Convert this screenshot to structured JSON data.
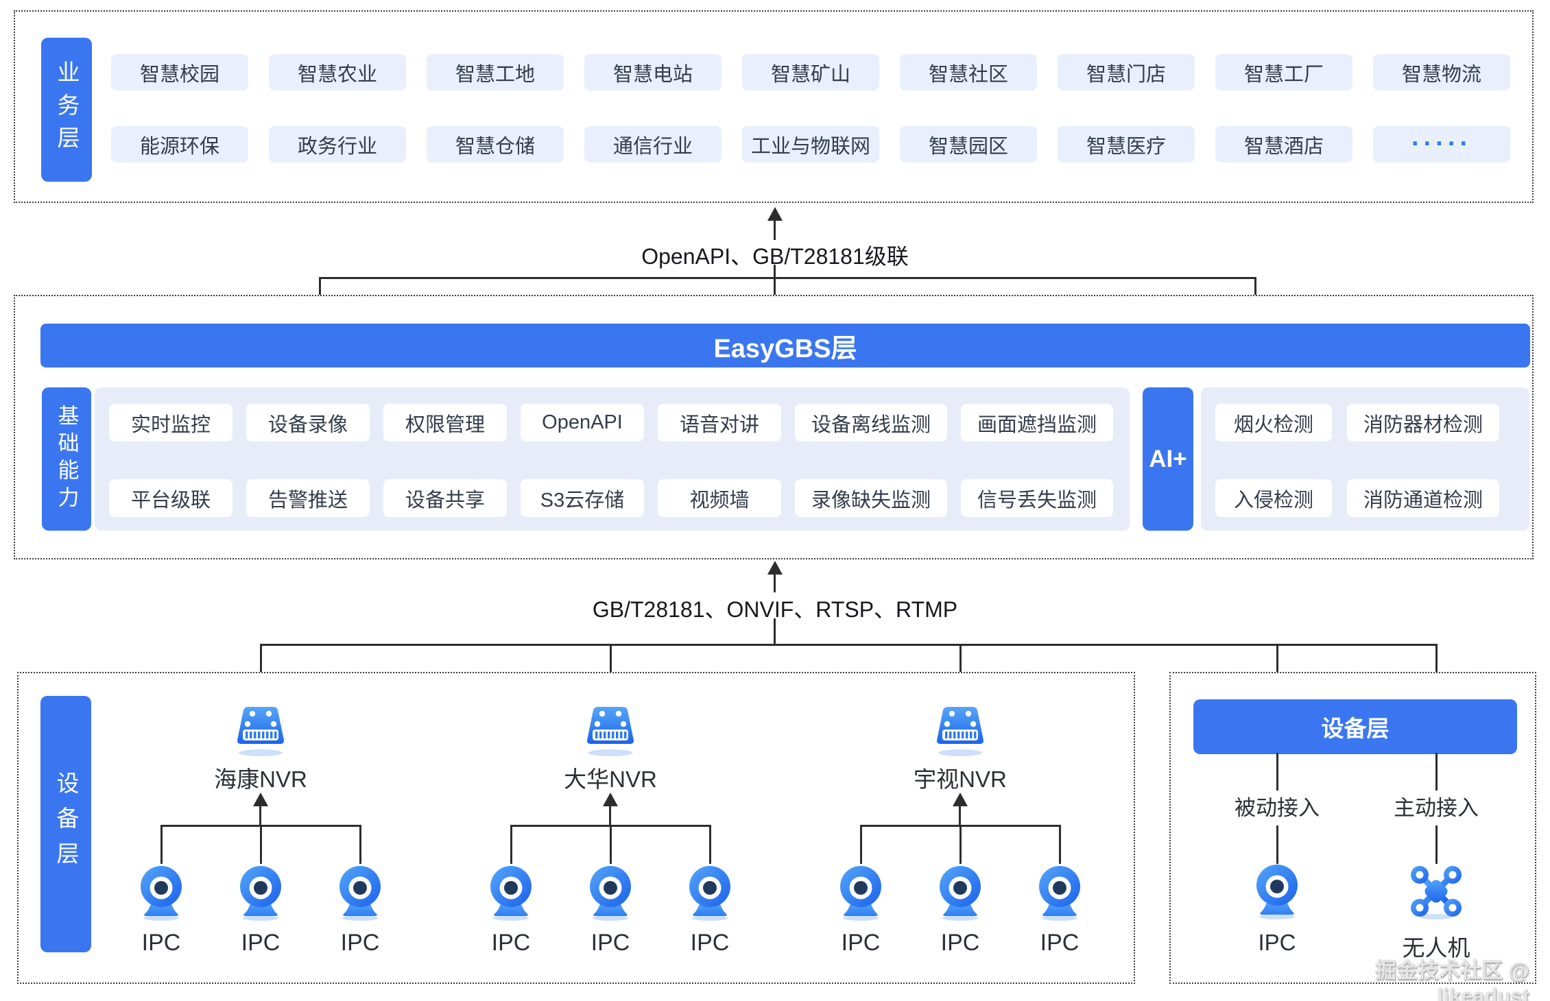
{
  "colors": {
    "primary_blue": "#3b76f1",
    "chip_light_blue": "#e9effc",
    "panel_light": "#e8ecf9",
    "line_dark": "#2d2d2d",
    "chip_text": "#333c4a",
    "dots_blue": "#2e7bf0"
  },
  "business_layer": {
    "label": "业务层",
    "rows": [
      [
        "智慧校园",
        "智慧农业",
        "智慧工地",
        "智慧电站",
        "智慧矿山",
        "智慧社区",
        "智慧门店",
        "智慧工厂",
        "智慧物流"
      ],
      [
        "能源环保",
        "政务行业",
        "智慧仓储",
        "通信行业",
        "工业与物联网",
        "智慧园区",
        "智慧医疗",
        "智慧酒店",
        "·····"
      ]
    ]
  },
  "top_connector": {
    "label": "OpenAPI、GB/T28181级联"
  },
  "easygbs_layer": {
    "banner": "EasyGBS层"
  },
  "capability_layer": {
    "label": "基础能力",
    "rows": [
      [
        "实时监控",
        "设备录像",
        "权限管理",
        "OpenAPI",
        "语音对讲",
        "设备离线监测",
        "画面遮挡监测"
      ],
      [
        "平台级联",
        "告警推送",
        "设备共享",
        "S3云存储",
        "视频墙",
        "录像缺失监测",
        "信号丢失监测"
      ]
    ],
    "ai": {
      "label": "AI+",
      "rows": [
        [
          "烟火检测",
          "消防器材检测"
        ],
        [
          "入侵检测",
          "消防通道检测"
        ]
      ]
    }
  },
  "bottom_connector": {
    "label": "GB/T28181、ONVIF、RTSP、RTMP"
  },
  "device_layer": {
    "label": "设备层",
    "nvr_groups": [
      {
        "name": "海康NVR",
        "cameras": [
          "IPC",
          "IPC",
          "IPC"
        ]
      },
      {
        "name": "大华NVR",
        "cameras": [
          "IPC",
          "IPC",
          "IPC"
        ]
      },
      {
        "name": "宇视NVR",
        "cameras": [
          "IPC",
          "IPC",
          "IPC"
        ]
      }
    ]
  },
  "access_panel": {
    "banner": "设备层",
    "columns": [
      {
        "access": "被动接入",
        "device": "IPC",
        "icon": "ipc-camera-icon"
      },
      {
        "access": "主动接入",
        "device": "无人机",
        "icon": "drone-icon"
      }
    ]
  },
  "watermark": "掘金技术社区 @ likeadust"
}
